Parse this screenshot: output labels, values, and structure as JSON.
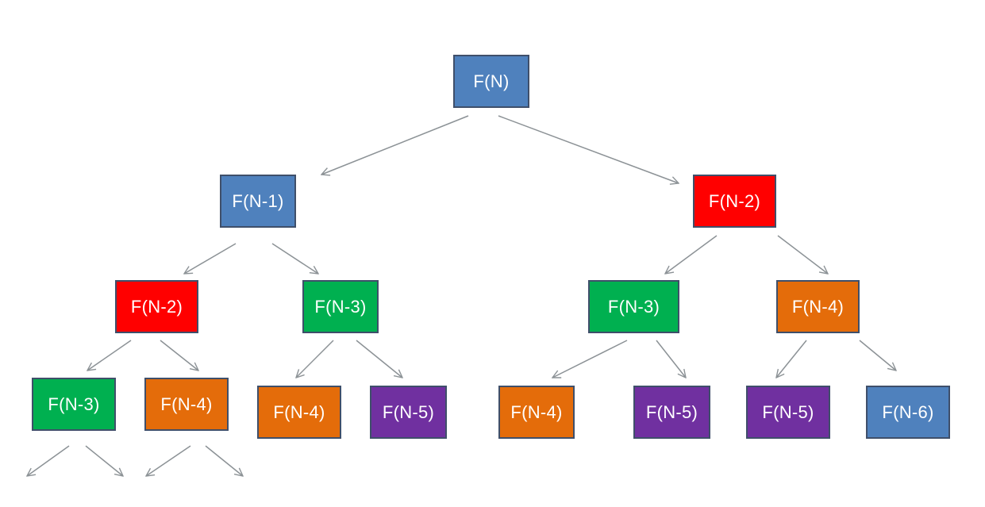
{
  "colors": {
    "blue": "#4f81bd",
    "red": "#ff0000",
    "green": "#00b050",
    "orange": "#e46c0a",
    "purple": "#7030a0",
    "arrow": "#8c9296"
  },
  "nodes": [
    {
      "id": "n0",
      "label": "F(N)",
      "color": "blue"
    },
    {
      "id": "n1",
      "label": "F(N-1)",
      "color": "blue"
    },
    {
      "id": "n2",
      "label": "F(N-2)",
      "color": "red"
    },
    {
      "id": "n3",
      "label": "F(N-2)",
      "color": "red"
    },
    {
      "id": "n4",
      "label": "F(N-3)",
      "color": "green"
    },
    {
      "id": "n5",
      "label": "F(N-3)",
      "color": "green"
    },
    {
      "id": "n6",
      "label": "F(N-4)",
      "color": "orange"
    },
    {
      "id": "n7",
      "label": "F(N-3)",
      "color": "green"
    },
    {
      "id": "n8",
      "label": "F(N-4)",
      "color": "orange"
    },
    {
      "id": "n9",
      "label": "F(N-4)",
      "color": "orange"
    },
    {
      "id": "n10",
      "label": "F(N-5)",
      "color": "purple"
    },
    {
      "id": "n11",
      "label": "F(N-4)",
      "color": "orange"
    },
    {
      "id": "n12",
      "label": "F(N-5)",
      "color": "purple"
    },
    {
      "id": "n13",
      "label": "F(N-5)",
      "color": "purple"
    },
    {
      "id": "n14",
      "label": "F(N-6)",
      "color": "blue"
    }
  ],
  "edges": [
    {
      "from": "n0",
      "to": "n1"
    },
    {
      "from": "n0",
      "to": "n2"
    },
    {
      "from": "n1",
      "to": "n3"
    },
    {
      "from": "n1",
      "to": "n4"
    },
    {
      "from": "n2",
      "to": "n5"
    },
    {
      "from": "n2",
      "to": "n6"
    },
    {
      "from": "n3",
      "to": "n7"
    },
    {
      "from": "n3",
      "to": "n8"
    },
    {
      "from": "n4",
      "to": "n9"
    },
    {
      "from": "n4",
      "to": "n10"
    },
    {
      "from": "n5",
      "to": "n11"
    },
    {
      "from": "n5",
      "to": "n12"
    },
    {
      "from": "n6",
      "to": "n13"
    },
    {
      "from": "n6",
      "to": "n14"
    },
    {
      "from": "n7",
      "to": "continuation"
    },
    {
      "from": "n7",
      "to": "continuation"
    },
    {
      "from": "n8",
      "to": "continuation"
    },
    {
      "from": "n8",
      "to": "continuation"
    }
  ]
}
